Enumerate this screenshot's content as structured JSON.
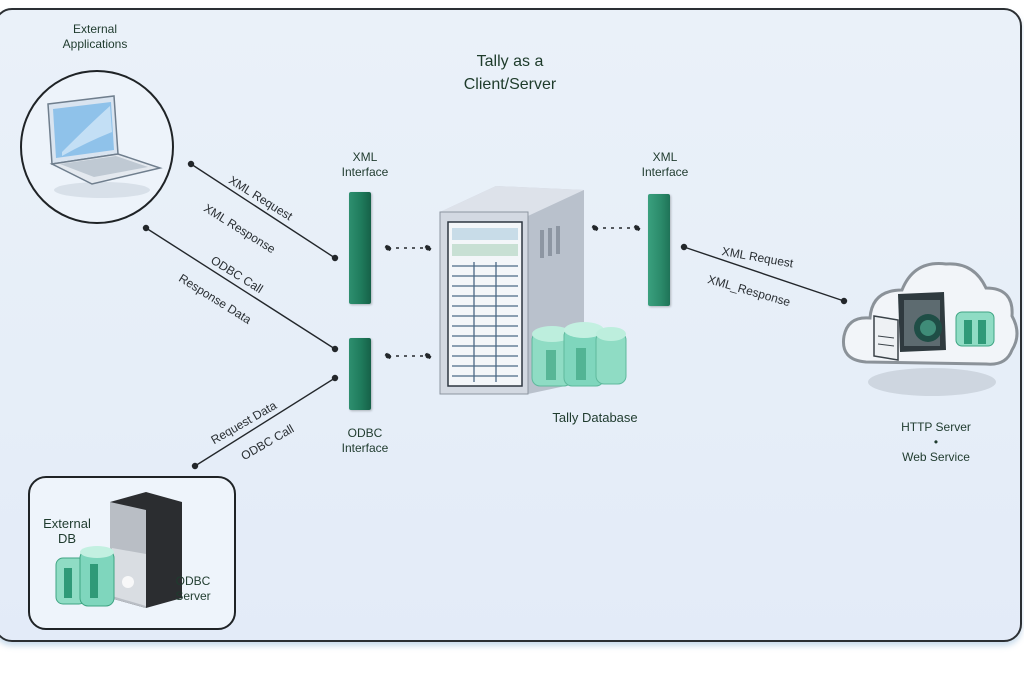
{
  "diagram": {
    "title_line1": "Tally as a",
    "title_line2": "Client/Server",
    "nodes": {
      "external_app": {
        "label_line1": "External",
        "label_line2": "Applications",
        "icon": "laptop-icon"
      },
      "xml_interface_left": {
        "label_line1": "XML",
        "label_line2": "Interface"
      },
      "odbc_interface": {
        "label_line1": "ODBC",
        "label_line2": "Interface"
      },
      "tally_server": {
        "icon": "server-tower-icon"
      },
      "tally_database": {
        "label": "Tally Database",
        "icon": "database-icon"
      },
      "xml_interface_right": {
        "label_line1": "XML",
        "label_line2": "Interface"
      },
      "http_server": {
        "label_line1": "HTTP Server",
        "label_sep": "•",
        "label_line2": "Web Service",
        "icon": "cloud-icon"
      },
      "external_db": {
        "label_line1": "External",
        "label_line2": "DB",
        "server_label_line1": "ODBC",
        "server_label_line2": "Server"
      }
    },
    "edges": {
      "xml_request": "XML Request",
      "xml_response": "XML Response",
      "odbc_call": "ODBC Call",
      "response_data": "Response Data",
      "request_data": "Request Data",
      "odbc_call_bottom": "ODBC Call",
      "xml_request_right": "XML Request",
      "xml_response_right": "XML_Response"
    },
    "colors": {
      "interface_green": "#1f7b5c",
      "db_mint": "#7fd6bd",
      "outline": "#1f2326",
      "background": "#e8eff9"
    }
  }
}
